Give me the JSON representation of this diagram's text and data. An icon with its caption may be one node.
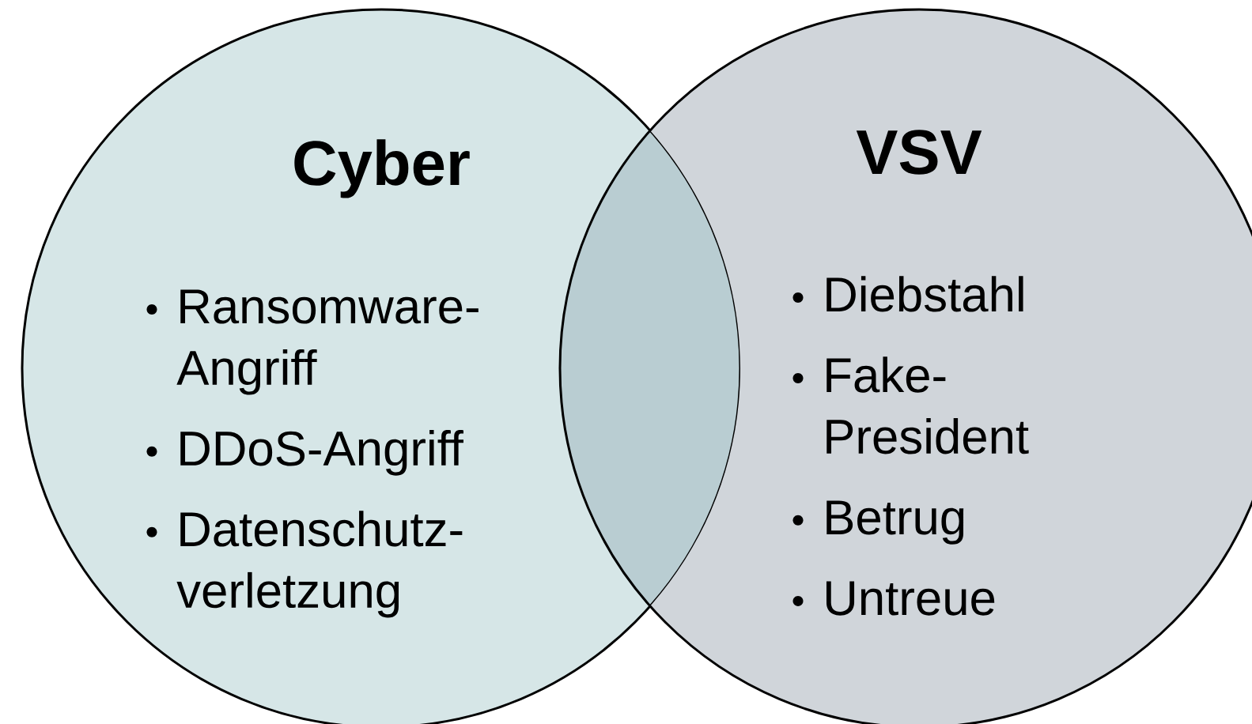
{
  "diagram": {
    "nodes": [
      {
        "text": [
          "Cyber",
          "Ransomware-Angriff",
          "DDoS-Angriff",
          "Datenschutz-verletzung"
        ]
      },
      {
        "text": [
          "VSV",
          "Diebstahl",
          "Fake-President",
          "Betrug",
          "Untreue"
        ]
      },
      {
        "text": [],
        "shape": "lens"
      }
    ]
  }
}
